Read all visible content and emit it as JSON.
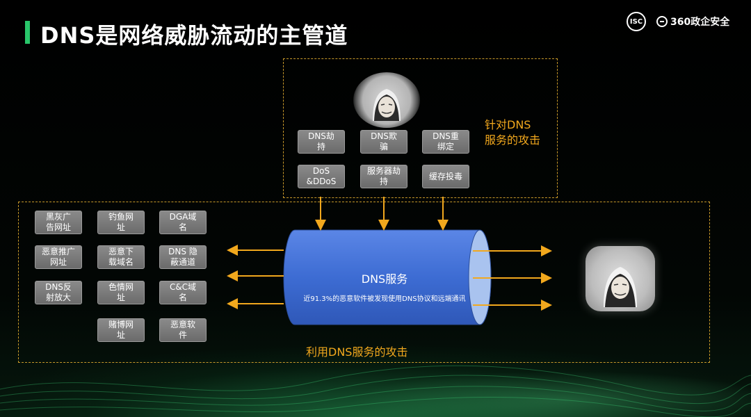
{
  "title": "DNS是网络威胁流动的主管道",
  "logos": {
    "isc": "ISC",
    "brand": "360政企安全"
  },
  "top_panel": {
    "label": "针对DNS\n服务的攻击",
    "row1": [
      "DNS劫\n持",
      "DNS欺\n骗",
      "DNS重\n绑定"
    ],
    "row2": [
      "DoS\n&DDoS",
      "服务器劫\n持",
      "缓存投毒"
    ]
  },
  "bottom_panel": {
    "label": "利用DNS服务的攻击",
    "col1": [
      "黑灰广\n告网址",
      "恶意推广\n网址",
      "DNS反\n射放大"
    ],
    "col2": [
      "钓鱼网\n址",
      "恶意下\n载域名",
      "色情网\n址",
      "赌博网\n址"
    ],
    "col3": [
      "DGA域\n名",
      "DNS 隐\n蔽通道",
      "C&C域\n名",
      "恶意软\n件"
    ]
  },
  "pipe": {
    "title": "DNS服务",
    "subtitle": "近91.3%的恶意软件被发现使用DNS协议和远端通讯"
  },
  "colors": {
    "accent": "#f2a81d",
    "pipe": "#3f6fd6",
    "title_bar": "#29c66a"
  },
  "icons": [
    "hacker-avatar-icon",
    "hacker-avatar-icon"
  ]
}
